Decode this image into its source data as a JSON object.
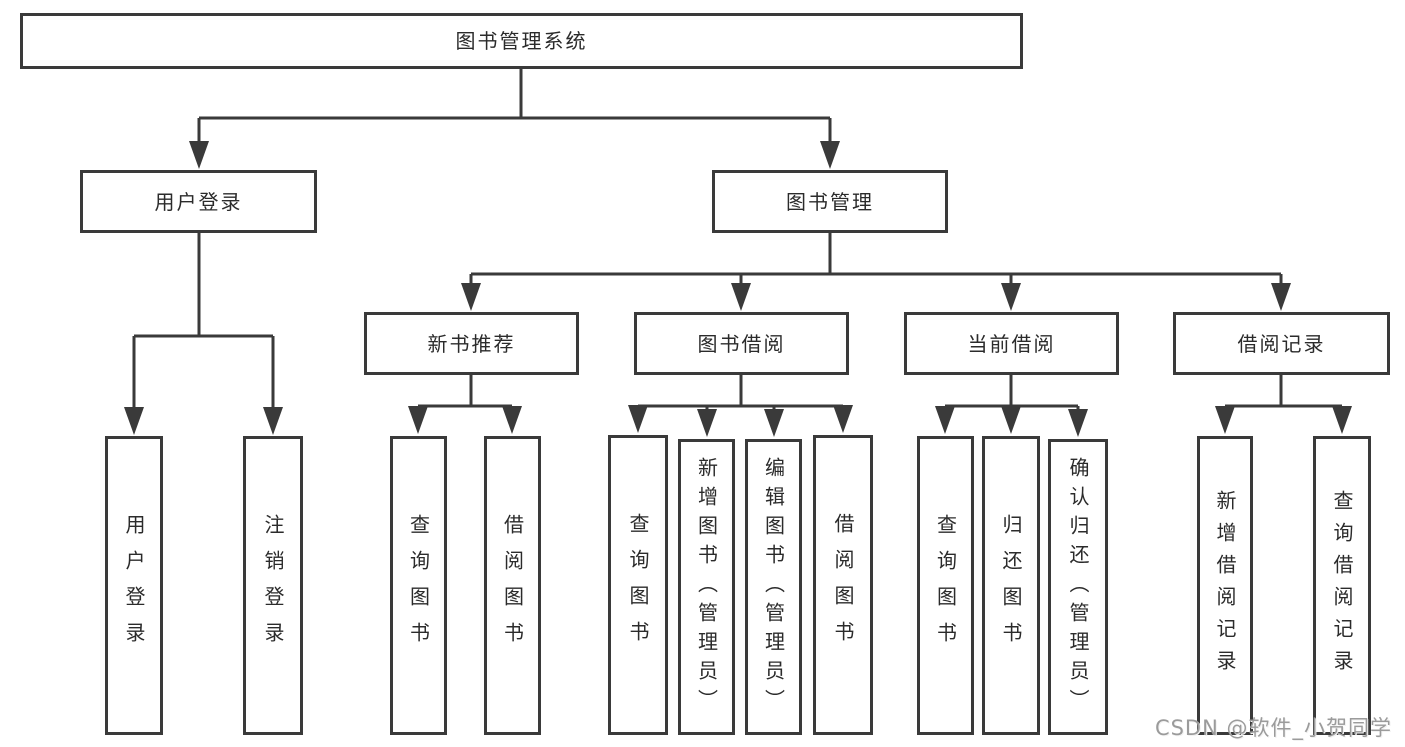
{
  "colors": {
    "line": "#3a3a3a",
    "text": "#2b2b2b",
    "box_bg": "#ffffff",
    "watermark": "#9b9b9b"
  },
  "watermark": {
    "text": "CSDN @软件_小贺同学"
  },
  "root": {
    "label": "图书管理系统",
    "children": [
      {
        "label": "用户登录",
        "children": [
          {
            "label": "用户登录"
          },
          {
            "label": "注销登录"
          }
        ]
      },
      {
        "label": "图书管理",
        "children": [
          {
            "label": "新书推荐",
            "children": [
              {
                "label": "查询图书"
              },
              {
                "label": "借阅图书"
              }
            ]
          },
          {
            "label": "图书借阅",
            "children": [
              {
                "label": "查询图书"
              },
              {
                "label": "新增图书（管理员）"
              },
              {
                "label": "编辑图书（管理员）"
              },
              {
                "label": "借阅图书"
              }
            ]
          },
          {
            "label": "当前借阅",
            "children": [
              {
                "label": "查询图书"
              },
              {
                "label": "归还图书"
              },
              {
                "label": "确认归还（管理员）"
              }
            ]
          },
          {
            "label": "借阅记录",
            "children": [
              {
                "label": "新增借阅记录"
              },
              {
                "label": "查询借阅记录"
              }
            ]
          }
        ]
      }
    ]
  }
}
